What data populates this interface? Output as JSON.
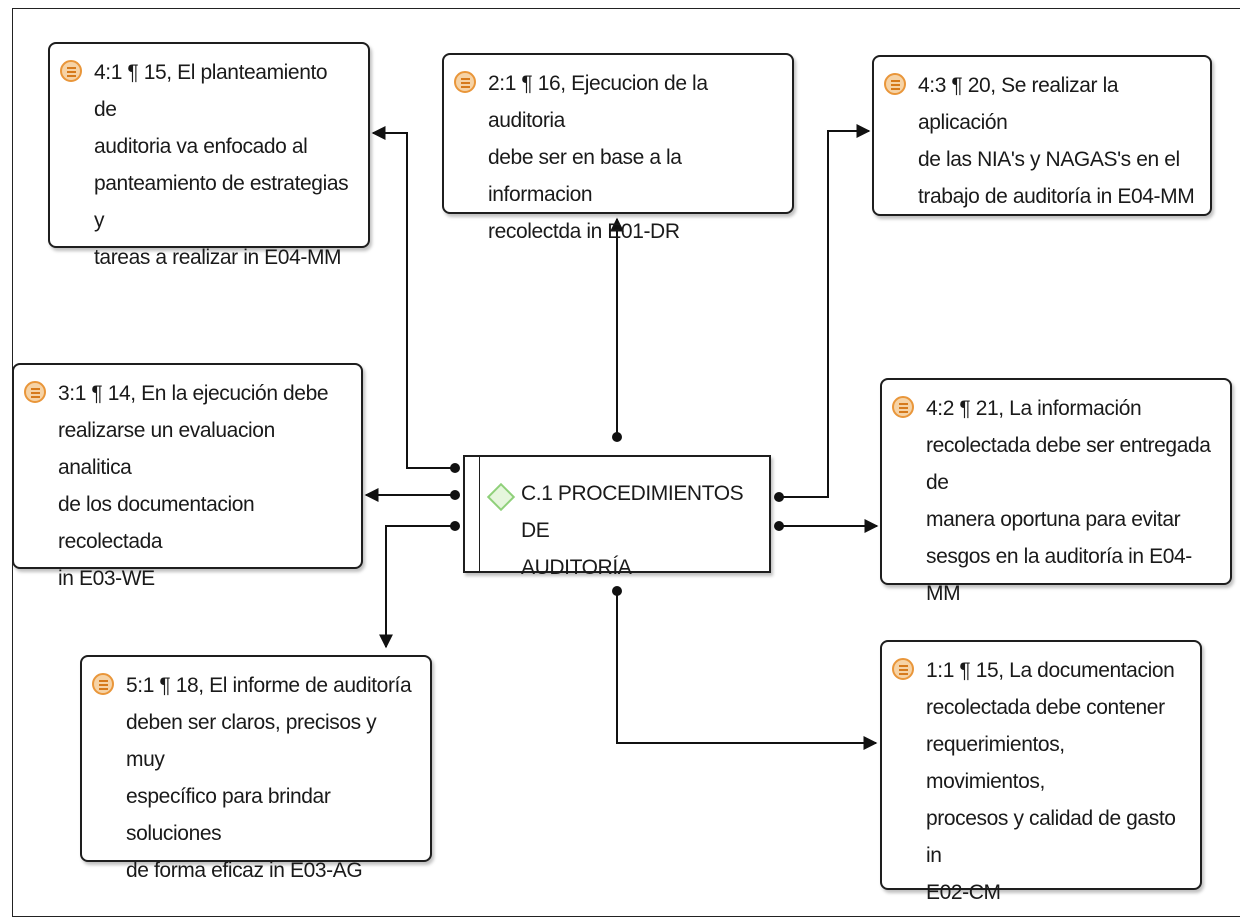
{
  "code": {
    "label": "C.1 PROCEDIMIENTOS DE\nAUDITORÍA",
    "icon": "diamond-code-icon",
    "icon_color": "#8fd07a"
  },
  "quotations": [
    {
      "id": "q-4-1",
      "text": "4:1 ¶ 15, El planteamiento de\nauditoria va enfocado al\npanteamiento de estrategias y\ntareas a realizar in E04-MM"
    },
    {
      "id": "q-2-1",
      "text": "2:1 ¶ 16, Ejecucion de la auditoria\ndebe ser en base a la informacion\nrecolectda in E01-DR"
    },
    {
      "id": "q-4-3",
      "text": "4:3 ¶ 20, Se realizar la aplicación\nde las NIA's y NAGAS's en el\ntrabajo de auditoría in E04-MM"
    },
    {
      "id": "q-3-1",
      "text": "3:1 ¶ 14, En la ejecución debe\nrealizarse un evaluacion analitica\nde los documentacion recolectada\nin E03-WE"
    },
    {
      "id": "q-4-2",
      "text": "4:2 ¶ 21, La información\nrecolectada debe ser entregada de\nmanera oportuna para evitar\nsesgos en la auditoría in E04-MM"
    },
    {
      "id": "q-5-1",
      "text": "5:1 ¶ 18, El informe de auditoría\ndeben ser claros, precisos y muy\nespecífico para brindar soluciones\nde forma eficaz in E03-AG"
    },
    {
      "id": "q-1-1",
      "text": "1:1 ¶ 15, La documentacion\nrecolectada debe contener\nrequerimientos, movimientos,\nprocesos y calidad de gasto in\nE02-CM"
    }
  ],
  "colors": {
    "quote_icon": "#e9963a",
    "border": "#1e1e1e",
    "line": "#111111"
  }
}
